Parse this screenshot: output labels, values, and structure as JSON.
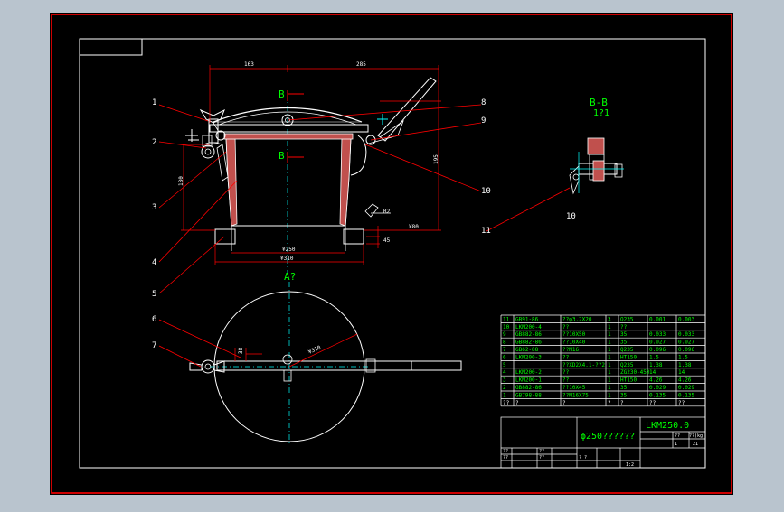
{
  "colors": {
    "background": "#b9c4ce",
    "canvas": "#000000",
    "frame": "#ff0000",
    "line": "#ffffff",
    "dim": "#ff0000",
    "text": "#ffffff",
    "label": "#00ff00",
    "hatch": "#c0504d",
    "center": "#00ffff"
  },
  "section_cut": {
    "top": "B",
    "bottom": "B"
  },
  "section_view": {
    "title": "B-B",
    "scale": "1?1"
  },
  "plan_view": {
    "title": "A?"
  },
  "callouts": [
    "1",
    "2",
    "3",
    "4",
    "5",
    "6",
    "7",
    "8",
    "9",
    "10",
    "11"
  ],
  "dimensions": {
    "d_163": "163",
    "d_285": "285",
    "d_195": "195",
    "d_180": "180",
    "d_phi250": "¥250",
    "d_phi310": "¥310",
    "d_phi80": "¥80",
    "d_45": "45",
    "d_phi310b": "¥310",
    "d_38": "38",
    "d_R": "R2"
  },
  "detail_label": "10",
  "bom": {
    "rows": [
      {
        "no": "11",
        "code": "GB91-86",
        "name": "??φ3.2X20",
        "qty": "3",
        "mat": "Q235",
        "unit": "0.001",
        "total": "0.003"
      },
      {
        "no": "10",
        "code": "LKM200-4",
        "name": "??",
        "qty": "1",
        "mat": "??",
        "unit": "",
        "total": ""
      },
      {
        "no": "9",
        "code": "GB882-86",
        "name": "??10X50",
        "qty": "1",
        "mat": "35",
        "unit": "0.033",
        "total": "0.033"
      },
      {
        "no": "8",
        "code": "GB882-86",
        "name": "??10X40",
        "qty": "1",
        "mat": "35",
        "unit": "0.027",
        "total": "0.027"
      },
      {
        "no": "7",
        "code": "GB62-88",
        "name": "??M16",
        "qty": "1",
        "mat": "Q235",
        "unit": "0.096",
        "total": "0.096"
      },
      {
        "no": "6",
        "code": "LKM200-3",
        "name": "??",
        "qty": "1",
        "mat": "HT150",
        "unit": "1.5",
        "total": "1.5"
      },
      {
        "no": "5",
        "code": "",
        "name": "??XD2X4.1-??2",
        "qty": "1",
        "mat": "Q235",
        "unit": "1.38",
        "total": "1.38"
      },
      {
        "no": "4",
        "code": "LKM200-2",
        "name": "??",
        "qty": "1",
        "mat": "ZG230-450",
        "unit": "14",
        "total": "14"
      },
      {
        "no": "3",
        "code": "LKM200-1",
        "name": "??",
        "qty": "1",
        "mat": "HT150",
        "unit": "4.26",
        "total": "4.26"
      },
      {
        "no": "2",
        "code": "GB882-86",
        "name": "??10X45",
        "qty": "1",
        "mat": "35",
        "unit": "0.029",
        "total": "0.029"
      },
      {
        "no": "1",
        "code": "GB798-88",
        "name": "??M16X75",
        "qty": "1",
        "mat": "35",
        "unit": "0.135",
        "total": "0.135"
      }
    ],
    "header": {
      "no": "??",
      "code": "?",
      "name": "?",
      "qty": "?",
      "mat": "?",
      "unit": "??",
      "total": "??"
    }
  },
  "title_block": {
    "part_name": "ϕ250??????",
    "drawing_no": "LKM250.0",
    "scale_label": "??",
    "scale": "??(kg)",
    "sheet": "1",
    "sheet_total": "21",
    "label_a": "??",
    "label_b": "??",
    "label_c": "??",
    "label_d": "??",
    "bottom_a": "?",
    "bottom_b": "?",
    "bottom_c": "1:2"
  }
}
